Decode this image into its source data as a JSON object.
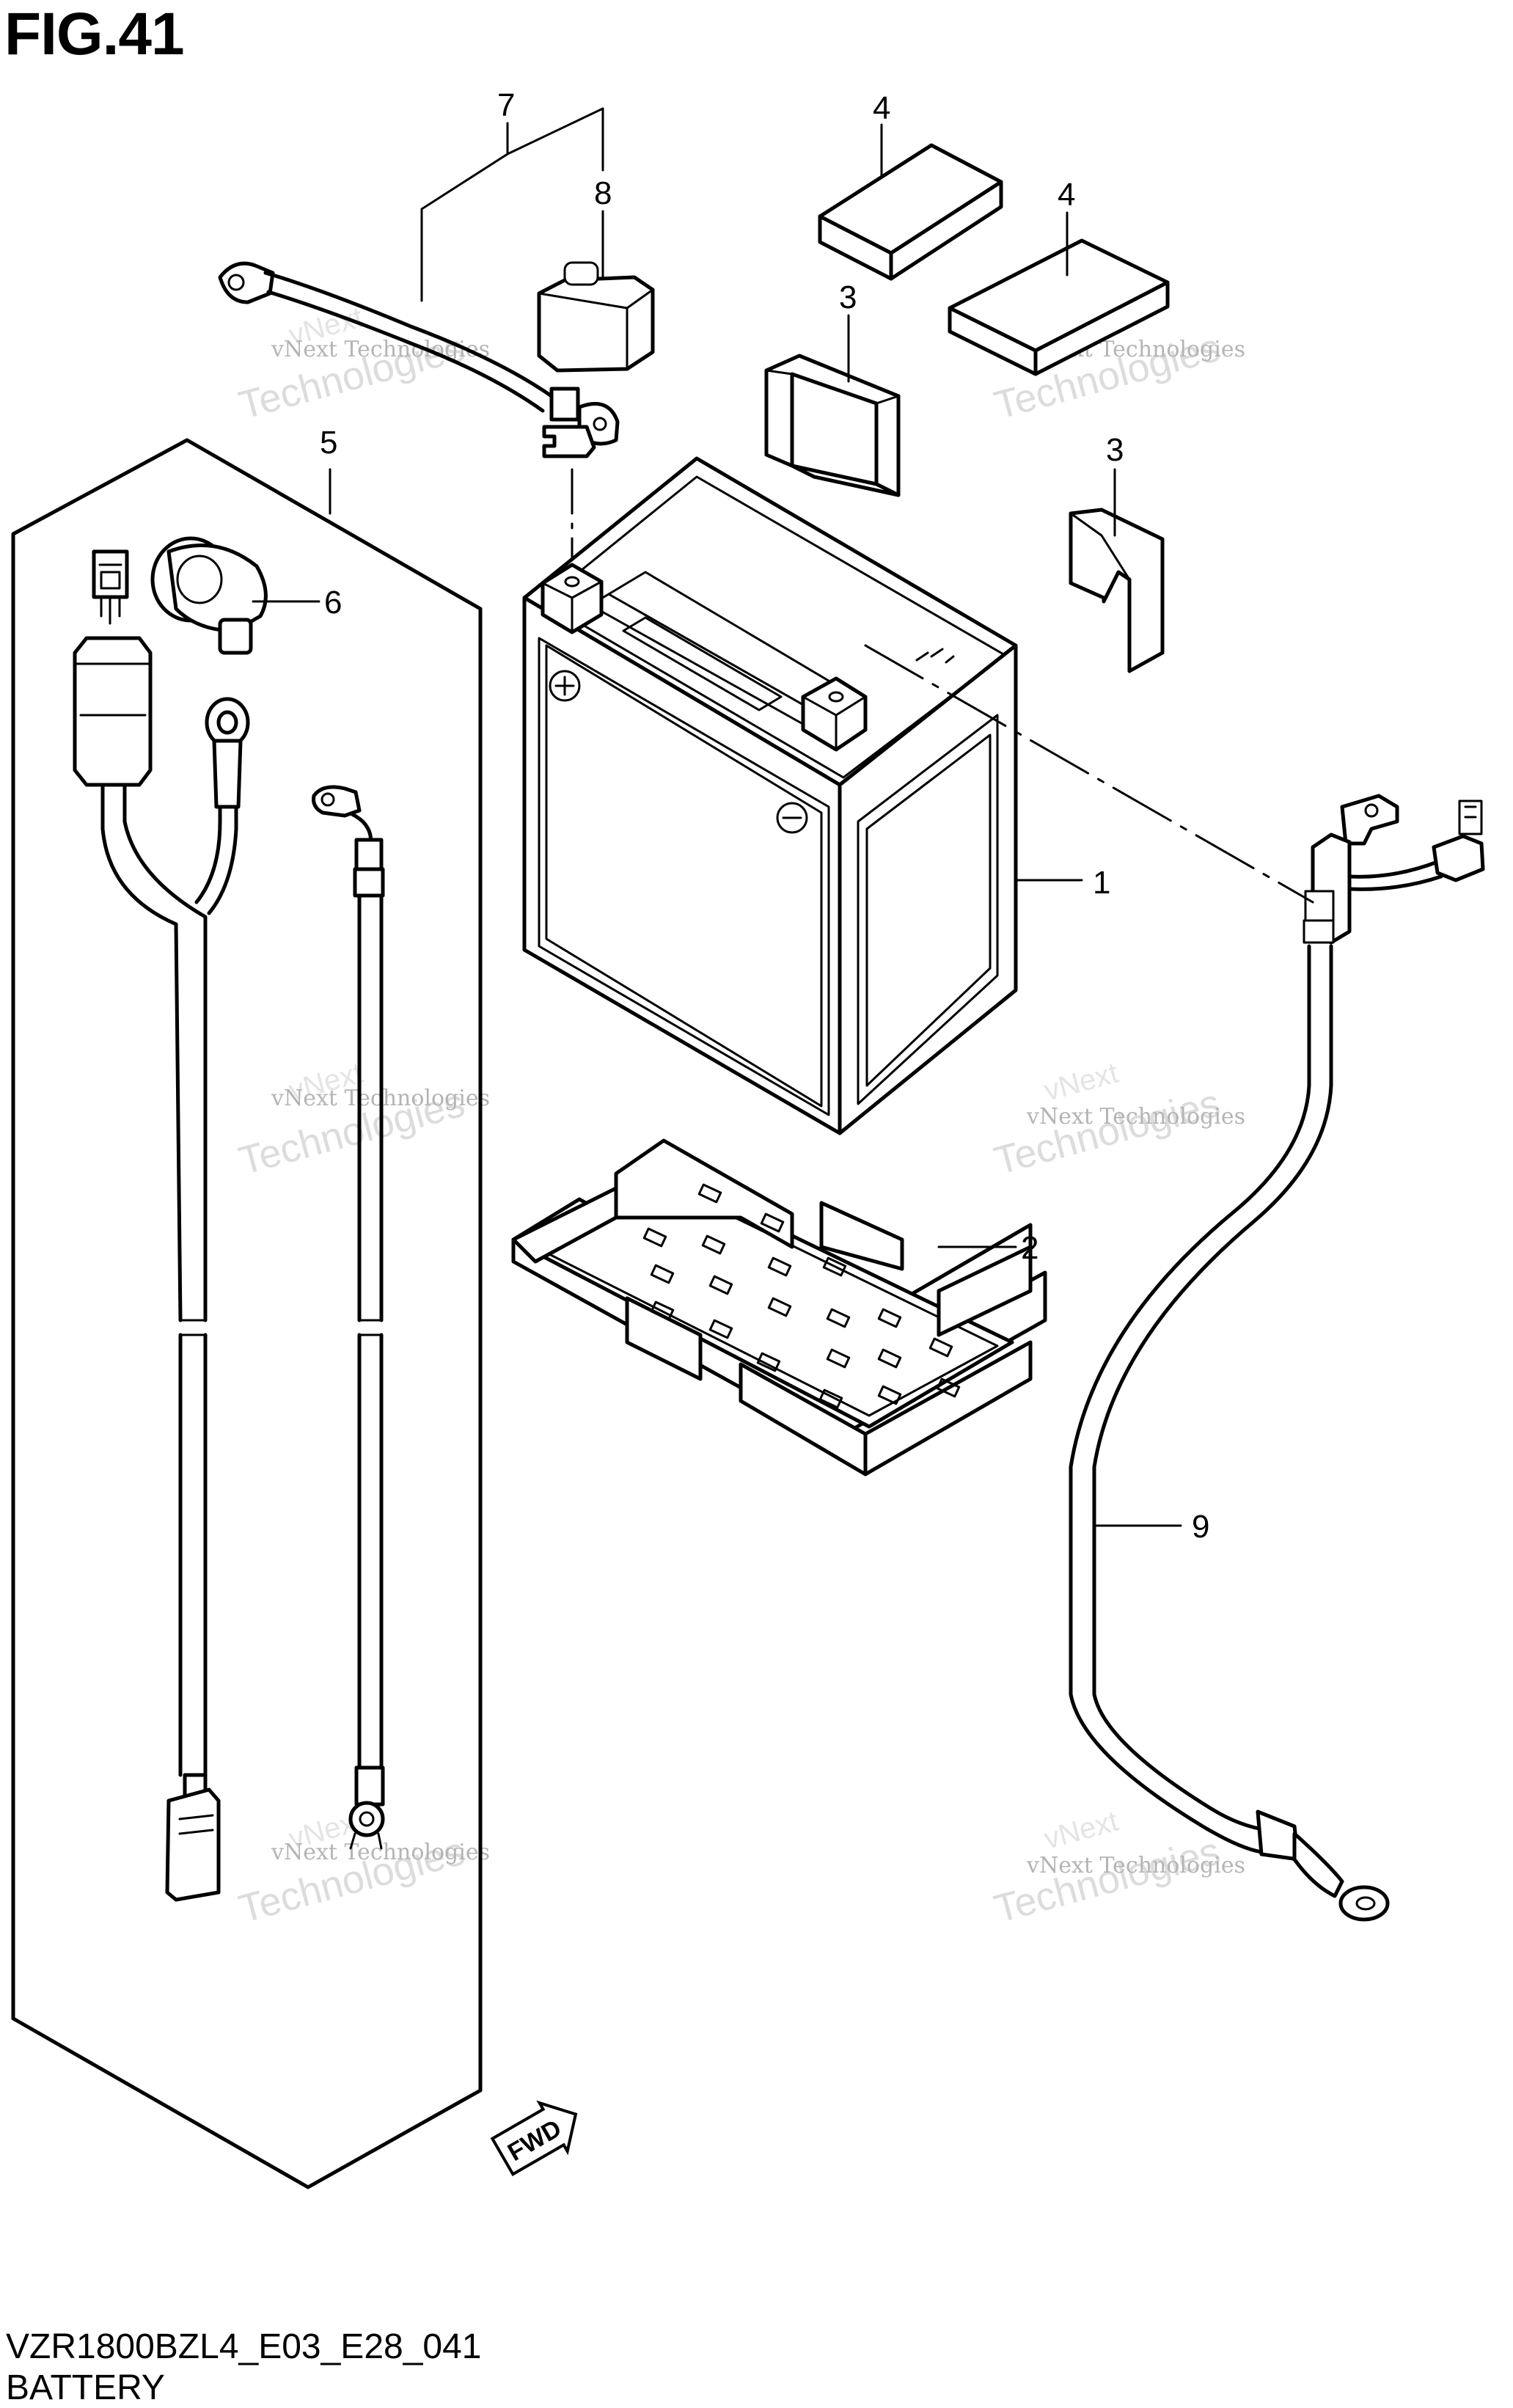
{
  "figure": {
    "title": "FIG.41",
    "code": "VZR1800BZL4_E03_E28_041",
    "name": "BATTERY"
  },
  "callouts": {
    "c1": "1",
    "c2": "2",
    "c3a": "3",
    "c3b": "3",
    "c4a": "4",
    "c4b": "4",
    "c5": "5",
    "c6": "6",
    "c7": "7",
    "c8": "8",
    "c9": "9"
  },
  "fwd_marker": "FWD",
  "watermarks": {
    "line1": "vNext Technologies",
    "line2": "Technologies",
    "line3": "vNext"
  }
}
